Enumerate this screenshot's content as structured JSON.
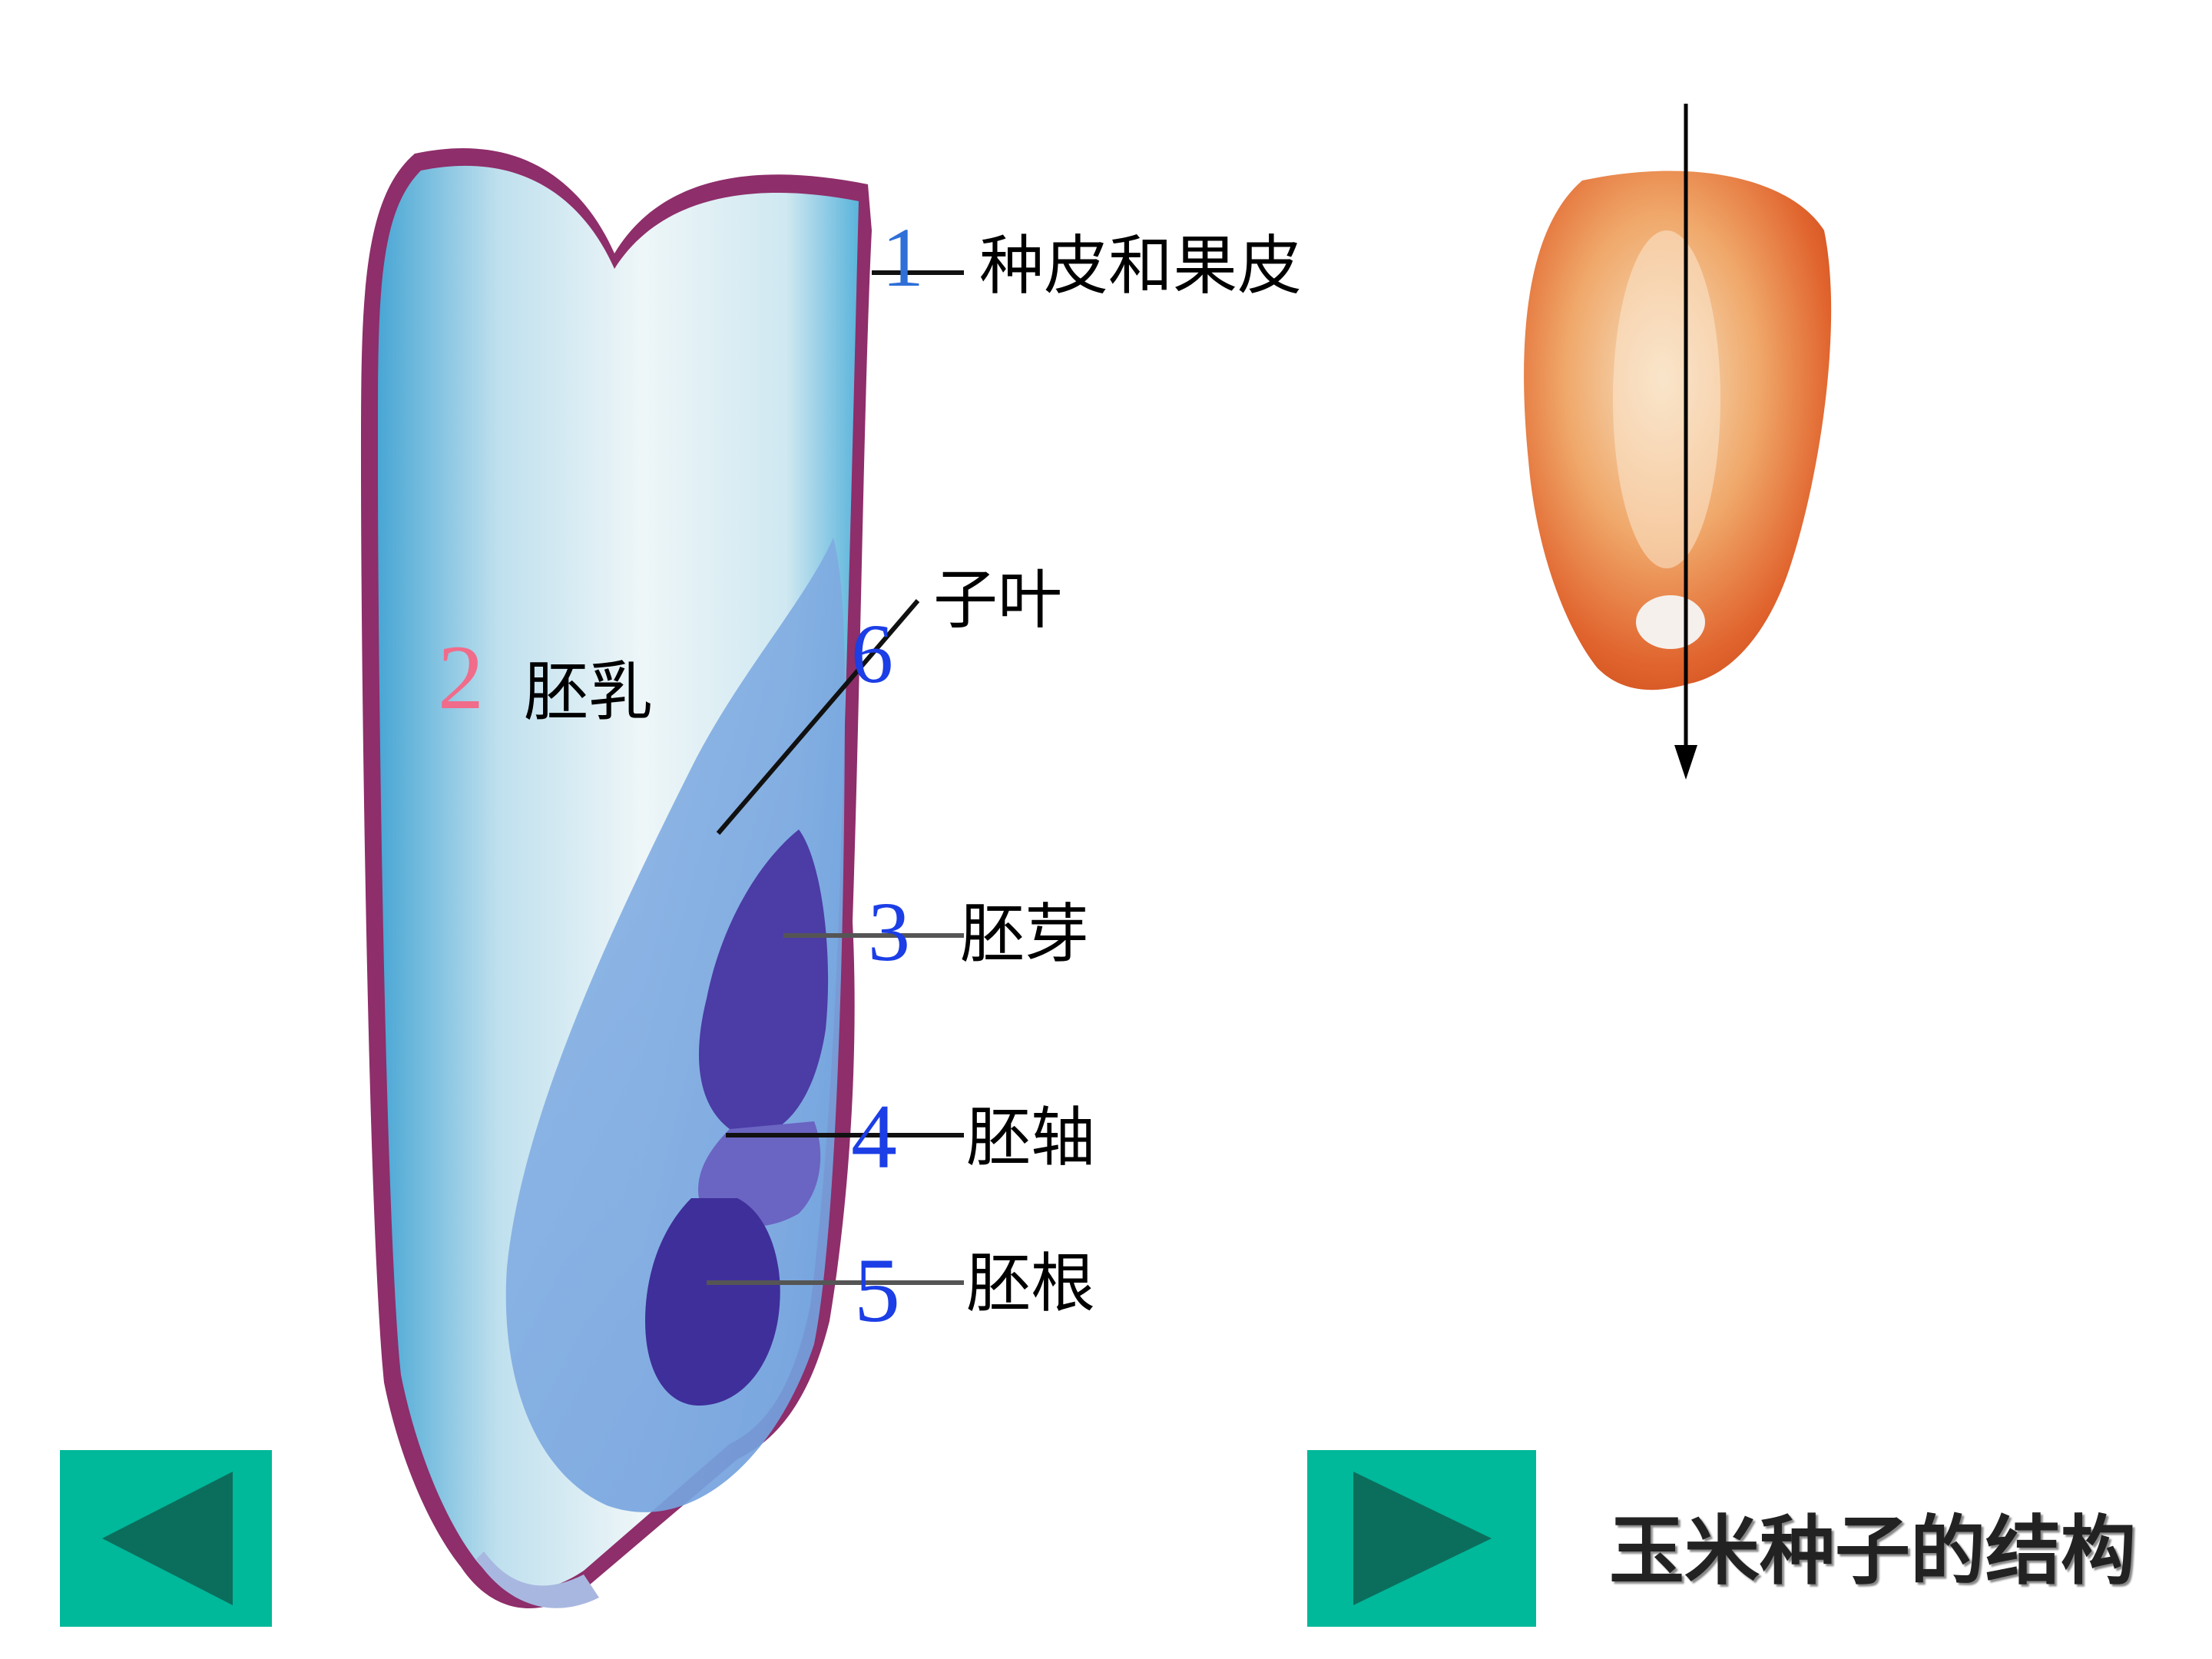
{
  "labels": {
    "l1": {
      "num": "1",
      "text": "种皮和果皮"
    },
    "l2": {
      "num": "2",
      "text": "胚乳"
    },
    "l3": {
      "num": "3",
      "text": "胚芽"
    },
    "l4": {
      "num": "4",
      "text": "胚轴"
    },
    "l5": {
      "num": "5",
      "text": "胚根"
    },
    "l6": {
      "num": "6",
      "text": "子叶"
    }
  },
  "caption": "玉米种子的结构",
  "colors": {
    "nav_button": "#00b89a",
    "nav_arrow": "#0b6e5c",
    "num_blue": "#1b3ee6",
    "num_blue_light": "#2f6fd8",
    "num_pink": "#f06c8a"
  },
  "nav": {
    "prev_icon": "triangle-left-icon",
    "next_icon": "triangle-right-icon"
  }
}
